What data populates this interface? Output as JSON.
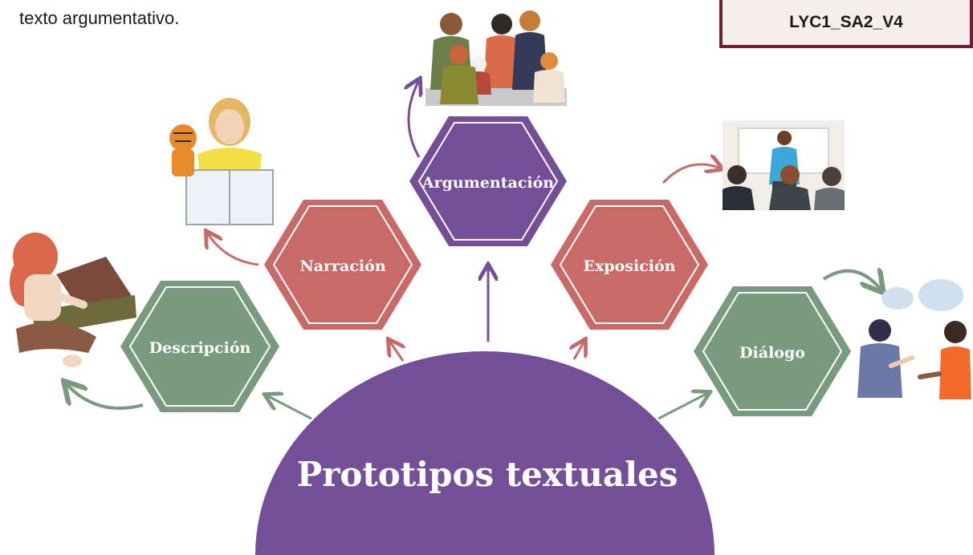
{
  "header": {
    "intro_text": "texto argumentativo.",
    "doc_code": "LYC1_SA2_V4"
  },
  "diagram": {
    "title": "Prototipos textuales",
    "nodes": [
      {
        "id": "descripcion",
        "label": "Descripción",
        "color": "#7a9a80"
      },
      {
        "id": "narracion",
        "label": "Narración",
        "color": "#c86a68"
      },
      {
        "id": "argumentacion",
        "label": "Argumentación",
        "color": "#744f98"
      },
      {
        "id": "exposicion",
        "label": "Exposición",
        "color": "#c86a68"
      },
      {
        "id": "dialogo",
        "label": "Diálogo",
        "color": "#7a9a80"
      }
    ],
    "center_color": "#744f98"
  }
}
